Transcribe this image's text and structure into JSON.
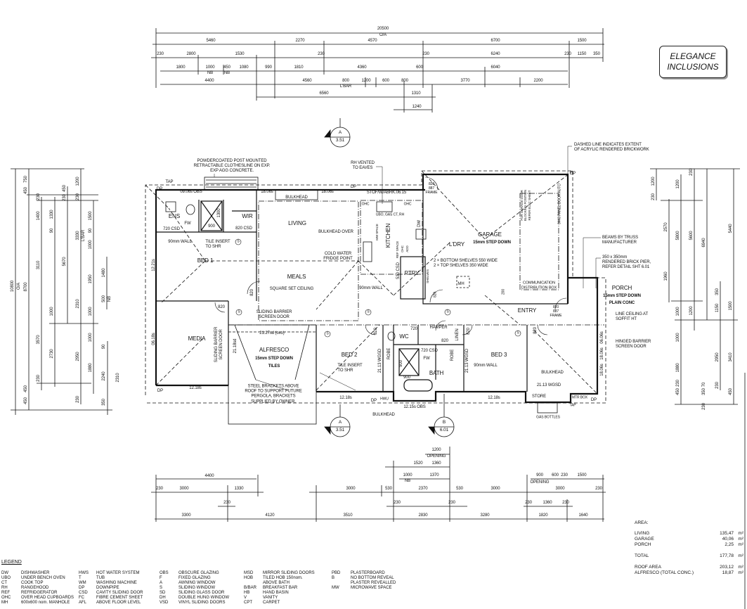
{
  "title_box": {
    "line1": "ELEGANCE",
    "line2": "INCLUSIONS"
  },
  "dims": {
    "top": [
      "20500",
      "O/A",
      "5460",
      "2270",
      "4570",
      "6700",
      "1500",
      "230",
      "2800",
      "1530",
      "230",
      "230",
      "6240",
      "230",
      "1150",
      "350",
      "1800",
      "1000",
      "NB",
      "450",
      "NB",
      "1080",
      "990",
      "1810",
      "4360",
      "600",
      "6040",
      "4400",
      "4560",
      "800",
      "L'BAR",
      "1200",
      "600",
      "800",
      "3770",
      "2200",
      "6560",
      "1310",
      "1240"
    ],
    "bottom": [
      "1200",
      "OPENING",
      "1520",
      "1360",
      "1000",
      "NB",
      "1370",
      "4400",
      "900",
      "OPENING",
      "600",
      "230",
      "1500",
      "230",
      "3000",
      "1330",
      "3000",
      "530",
      "2370",
      "530",
      "3000",
      "3000",
      "230",
      "230",
      "230",
      "230",
      "230",
      "1360",
      "230",
      "3300",
      "4120",
      "3510",
      "2830",
      "3280",
      "1820",
      "1640"
    ],
    "left": [
      "10800",
      "O/A",
      "8700",
      "750",
      "450",
      "450",
      "450",
      "230",
      "1400",
      "3110",
      "3570",
      "230",
      "1330",
      "90",
      "1000",
      "2730",
      "450",
      "230",
      "5670",
      "1200",
      "230",
      "3330",
      "L'BAR",
      "2310",
      "2950",
      "230",
      "1500",
      "90",
      "1000",
      "1950",
      "1000",
      "1000",
      "1880",
      "1480",
      "500",
      "NB",
      "90",
      "2240",
      "2310",
      "350"
    ],
    "right": [
      "1200",
      "230",
      "2570",
      "1960",
      "1200",
      "5800",
      "1000",
      "1000",
      "1880",
      "450",
      "230",
      "5600",
      "1200",
      "230",
      "6940",
      "70",
      "350",
      "230",
      "350",
      "1150",
      "2950",
      "230",
      "5440",
      "1500",
      "3410",
      "450"
    ]
  },
  "sections": [
    {
      "letter": "A",
      "sheet": "3.51"
    },
    {
      "letter": "A",
      "sheet": "3.51"
    },
    {
      "letter": "B",
      "sheet": "6.01"
    }
  ],
  "plan": {
    "clothesline_note": "POWDERCOATED POST MOUNTED\nRETRACTABLE CLOTHESLINE ON EXP.\nEXP AGG CONCRETE.",
    "rh_note": "RH VENTED\nTO EAVES",
    "dashed_note": "DASHED LINE INDICATES EXTENT\nOF ACRYLIC RENDERED BRICKWORK",
    "tap1": "TAP",
    "dp1": "DP",
    "win_ens": "09.06s OBS",
    "win_liv1": "18.06s",
    "bulkhead_top": "BULKHEAD",
    "win_liv2": "18.06s",
    "dp2": "DP",
    "win_kit": "STOF/W/ABRK.06.15",
    "ohc1": "OHC",
    "ohc2": "OHC",
    "kitchen_appl": "UBO, GAS CT, RH",
    "dw": "DW",
    "kitchen": "KITCHEN",
    "mw_space": "MW SPACE",
    "ref_space": "REF SPACE",
    "ohc3": "OHC",
    "add": "ADD",
    "ens": "ENS",
    "fw1": "FW",
    "ens_csd": "720 CSD",
    "shr_900": "900",
    "shr_1300": "1300",
    "wir": "WIR",
    "wir_csd": "820 CSD",
    "living": "LIVING",
    "bulkhead_over": "BULKHEAD OVER",
    "wall_90_1": "90mm WALL",
    "tile_insert1": "TILE INSERT\nTO SHR",
    "cold_water": "COLD WATER\nFRIDGE POINT",
    "bed1": "BED 1",
    "meals": "MEALS",
    "square_set": "SQUARE SET CEILING",
    "wall_90_2": "90mm WALL",
    "ptry": "PTRY",
    "shelves": "SHELVES",
    "win_bed1": "12.21s",
    "door_bed1": "820",
    "ptry_csd": "530 CSD",
    "ldry": "L'DRY",
    "garage": "GARAGE",
    "garage_step": "15mm STEP DOWN",
    "shelves_note": "2 × BOTTOM SHELVES 550 WIDE\n2 × TOP SHELVES 350 WIDE",
    "mh": "MH",
    "frame1": "820\n887\nFRAME",
    "garage_block": "FOR GARAGE DOOR\nBLOCKING POSITION\nREFER ELEC SHEET",
    "panel_door": "3448 PANEL DOOR AUTO",
    "comm_box": "COMMUNICATION\nDISTRIBUTION BOX",
    "dim_200": "200",
    "door_ldry": "820",
    "dp3": "DP",
    "beams_note": "BEAMS BY TRUSS\nMANUFACTURER",
    "pier_note": "350 x 350mm\nRENDERED BRICK PIER,\nREFER DETAIL SHT 6.01",
    "porch": "PORCH",
    "porch_step": "15mm STEP DOWN",
    "porch_conc": "PLAIN CONC",
    "line_ceiling": "LINE CEILING AT\nSOFFIT HT",
    "hinged_note": "HINGED BARRIER\nSCREEN DOOR",
    "entry": "ENTRY",
    "frame2": "820\n887\nFRAME",
    "door_media": "820",
    "sliding_screen1": "SLIDING BARRIER\nSCREEN DOOR",
    "alf_sd1": "21.27sd (oxo)",
    "alf_sd2": "21.18sd",
    "media": "MEDIA",
    "win_media": "06.18s",
    "sliding_screen2": "SLIDING BARRIER\nSCREEN DOOR",
    "alfresco": "ALFRESCO",
    "alf_step": "15mm STEP DOWN",
    "alf_tiles": "TILES",
    "brackets_note": "STEEL BRACKETS ABOVE\nROOF TO SUPPORT FUTURE\nPERGOLA, BRACKETS\nSUPPLIED BY OWNER.",
    "dp4": "DP",
    "win_media2": "12.18s",
    "bed2": "BED 2",
    "tile_insert2": "TILE INSERT\nTO SHR",
    "wgsd1": "21.13 WGSD",
    "robe1": "ROBE",
    "wc": "WC",
    "wc_720": "720",
    "hamper": "HAMPER",
    "door_hall": "820",
    "linen": "LINEN",
    "bath_csd": "720 CSD",
    "fw2": "FW",
    "shr2_900a": "900",
    "shr2_900b": "900",
    "bath": "BATH",
    "wall_90_3": "90mm WALL",
    "robe2": "ROBE",
    "wgsd2": "21.13 WGSD",
    "bed3": "BED 3",
    "door_bed2": "820",
    "door_bed3": "820",
    "door_store": "820",
    "bulkhead_store": "BULKHEAD",
    "wgsd3": "21.13 WGSD",
    "store": "STORE",
    "gas": "GAS BOTTLES",
    "mtr": "MTR BOX",
    "tap2": "TAP",
    "dp5": "DP",
    "win_r1": "06.06s",
    "win_r2": "18.06s",
    "win_r3": "18.06s",
    "win_bed2": "12.18s",
    "dp6": "DP",
    "hwu": "HWU",
    "win_bath": "12.15s OBS",
    "bulkhead_bath": "BULKHEAD",
    "win_bed3": "12.18s",
    "s_mark": "S"
  },
  "legend": {
    "title": "LEGEND",
    "columns": [
      [
        [
          "DW",
          "DISHWASHER"
        ],
        [
          "UBO",
          "UNDER BENCH OVEN"
        ],
        [
          "CT",
          "COOK TOP"
        ],
        [
          "RH",
          "RANGEHOOD"
        ],
        [
          "REF",
          "REFRIDGERATOR"
        ],
        [
          "OHC",
          "OVER HEAD CUPBOARDS"
        ],
        [
          "MH",
          "600x600 nom. MANHOLE"
        ]
      ],
      [
        [
          "HWS",
          "HOT WATER SYSTEM"
        ],
        [
          "T",
          "TUB"
        ],
        [
          "WM",
          "WASHING MACHINE"
        ],
        [
          "DP",
          "DOWNPIPE"
        ],
        [
          "CSD",
          "CAVITY SLIDING DOOR"
        ],
        [
          "FC",
          "FIBRE CEMENT SHEET"
        ],
        [
          "AFL",
          "ABOVE FLOOR LEVEL"
        ]
      ],
      [
        [
          "OBS",
          "OBSCURE GLAZING"
        ],
        [
          "F",
          "FIXED GLAZING"
        ],
        [
          "A",
          "AWNING WINDOW"
        ],
        [
          "S",
          "SLIDING WINDOW"
        ],
        [
          "SD",
          "SLIDING GLASS DOOR"
        ],
        [
          "DH",
          "DOUBLE HUNG WINDOW"
        ],
        [
          "VSD",
          "VINYL SLIDING DOORS"
        ]
      ],
      [
        [
          "MSD",
          "MIRROR SLIDING DOORS"
        ],
        [
          "HOB",
          "TILED HOB 150nom."
        ],
        [
          "",
          "ABOVE BATH"
        ],
        [
          "B/BAR",
          "BREAKFAST BAR"
        ],
        [
          "HB",
          "HAND BASIN"
        ],
        [
          "V",
          "VANITY"
        ],
        [
          "CPT",
          "CARPET"
        ]
      ],
      [
        [
          "PBD",
          "PLASTERBOARD"
        ],
        [
          "B",
          "NO BOTTOM REVEAL"
        ],
        [
          "",
          "PLASTER REVEALLED"
        ],
        [
          "MW",
          "MICROWAVE SPACE"
        ]
      ]
    ]
  },
  "area": {
    "title": "AREA:",
    "rows": [
      {
        "label": "LIVING",
        "value": "135,47",
        "unit": "m²"
      },
      {
        "label": "GARAGE",
        "value": "40,06",
        "unit": "m²"
      },
      {
        "label": "PORCH",
        "value": "2,25",
        "unit": "m²"
      },
      {
        "label": "TOTAL",
        "value": "177,78",
        "unit": "m²"
      },
      {
        "label": "ROOF AREA",
        "value": "203,12",
        "unit": "m²"
      },
      {
        "label": "ALFRESCO (TOTAL CONC.)",
        "value": "18,87",
        "unit": "m²"
      }
    ]
  }
}
